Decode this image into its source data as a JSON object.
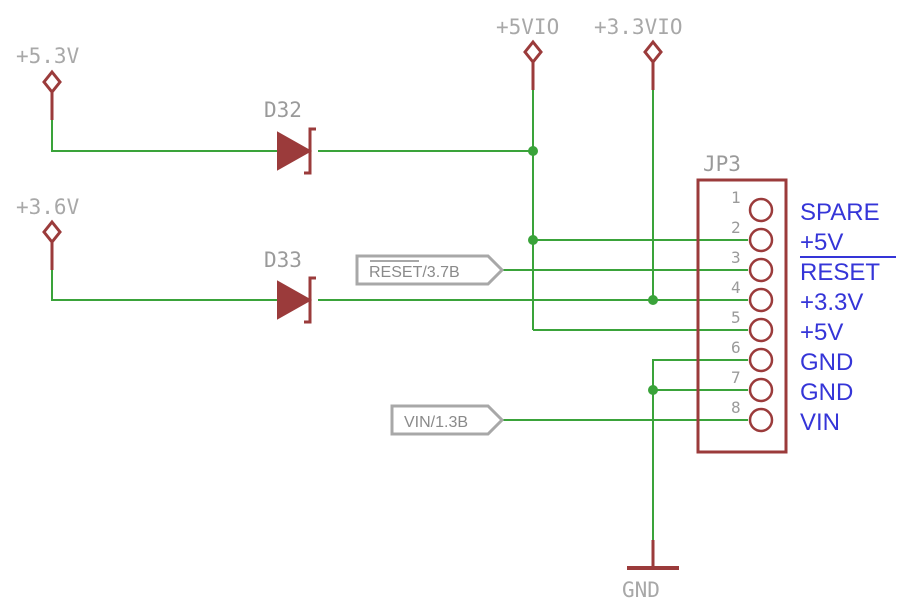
{
  "supplies": {
    "v53": "+5.3V",
    "v36": "+3.6V",
    "v5vio": "+5VIO",
    "v33vio": "+3.3VIO",
    "gnd": "GND"
  },
  "diodes": {
    "d32": "D32",
    "d33": "D33"
  },
  "net_flags": {
    "reset": "RESET/3.7B",
    "vin": "VIN/1.3B"
  },
  "connector": {
    "name": "JP3",
    "pins": [
      {
        "number": "1",
        "label": "SPARE"
      },
      {
        "number": "2",
        "label": "+5V"
      },
      {
        "number": "3",
        "label": "RESET"
      },
      {
        "number": "4",
        "label": "+3.3V"
      },
      {
        "number": "5",
        "label": "+5V"
      },
      {
        "number": "6",
        "label": "GND"
      },
      {
        "number": "7",
        "label": "GND"
      },
      {
        "number": "8",
        "label": "VIN"
      }
    ]
  },
  "colors": {
    "wire": "#3aa33a",
    "symbol": "#9b3b3b",
    "pin_label": "#3535d8",
    "annotation": "#a8a8a8"
  }
}
